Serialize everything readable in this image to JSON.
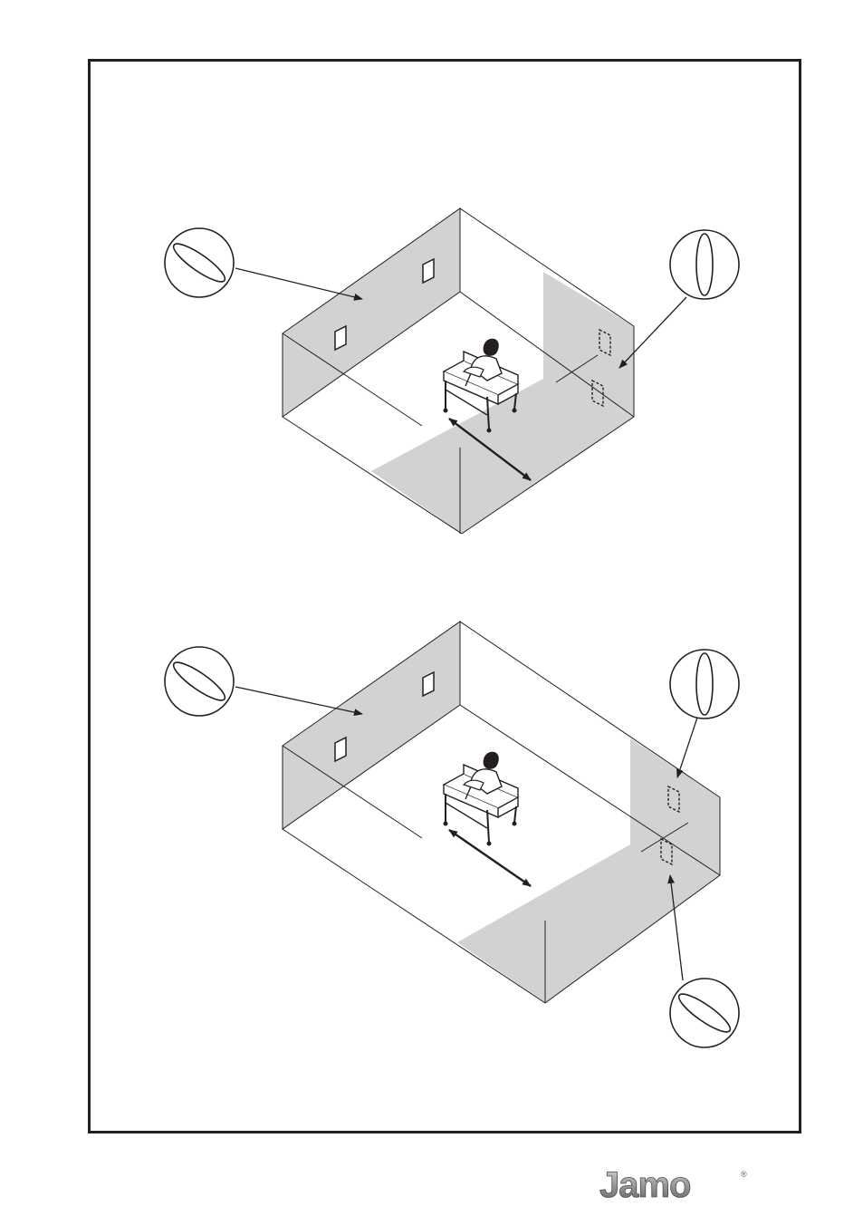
{
  "brand": {
    "logo_text": "Jamo",
    "registered_mark": "®"
  },
  "colors": {
    "frame": "#231f20",
    "wall_fill": "#d1d2d4",
    "line": "#231f20",
    "logo_gradient_top": "#d9d9d9",
    "logo_gradient_bottom": "#5f5f5f"
  },
  "diagrams": [
    {
      "id": "upper-room",
      "surround_speakers": "side-wall",
      "dispersion_icons": [
        "horizontal-dispersion-icon",
        "vertical-dispersion-icon"
      ]
    },
    {
      "id": "lower-room",
      "surround_speakers": "rear-corner",
      "dispersion_icons": [
        "horizontal-dispersion-icon",
        "vertical-dispersion-icon",
        "horizontal-dispersion-icon"
      ]
    }
  ]
}
